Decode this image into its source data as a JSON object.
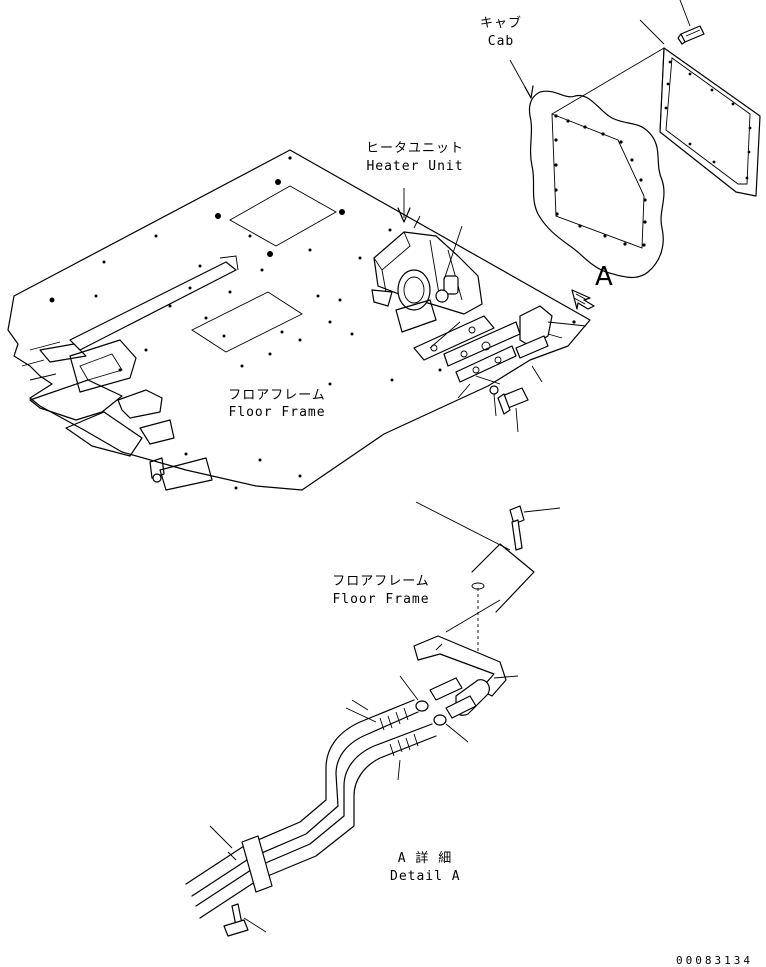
{
  "labels": {
    "cab_jp": "キャブ",
    "cab_en": "Cab",
    "heater_jp": "ヒータユニット",
    "heater_en": "Heater Unit",
    "floor_jp": "フロアフレーム",
    "floor_en": "Floor Frame",
    "floor2_jp": "フロアフレーム",
    "floor2_en": "Floor Frame",
    "view_letter": "A",
    "detail_jp": "A 詳 細",
    "detail_en": "Detail A"
  },
  "drawing_code": "00083134"
}
